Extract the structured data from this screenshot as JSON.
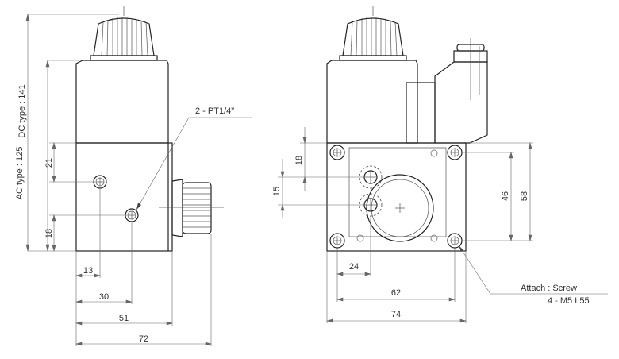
{
  "drawing": {
    "labels": {
      "dc_type": "DC type : 141",
      "ac_type": "AC type : 125",
      "port_callout": "2 - PT1/4\"",
      "attach_line1": "Attach : Screw",
      "attach_line2": "4 - M5 L55"
    },
    "side_view_dims": {
      "dim_21": "21",
      "dim_18": "18",
      "dim_13": "13",
      "dim_30": "30",
      "dim_51": "51",
      "dim_72": "72"
    },
    "front_view_dims": {
      "dim_18": "18",
      "dim_15": "15",
      "dim_24": "24",
      "dim_62": "62",
      "dim_74": "74",
      "dim_46": "46",
      "dim_58": "58"
    }
  }
}
